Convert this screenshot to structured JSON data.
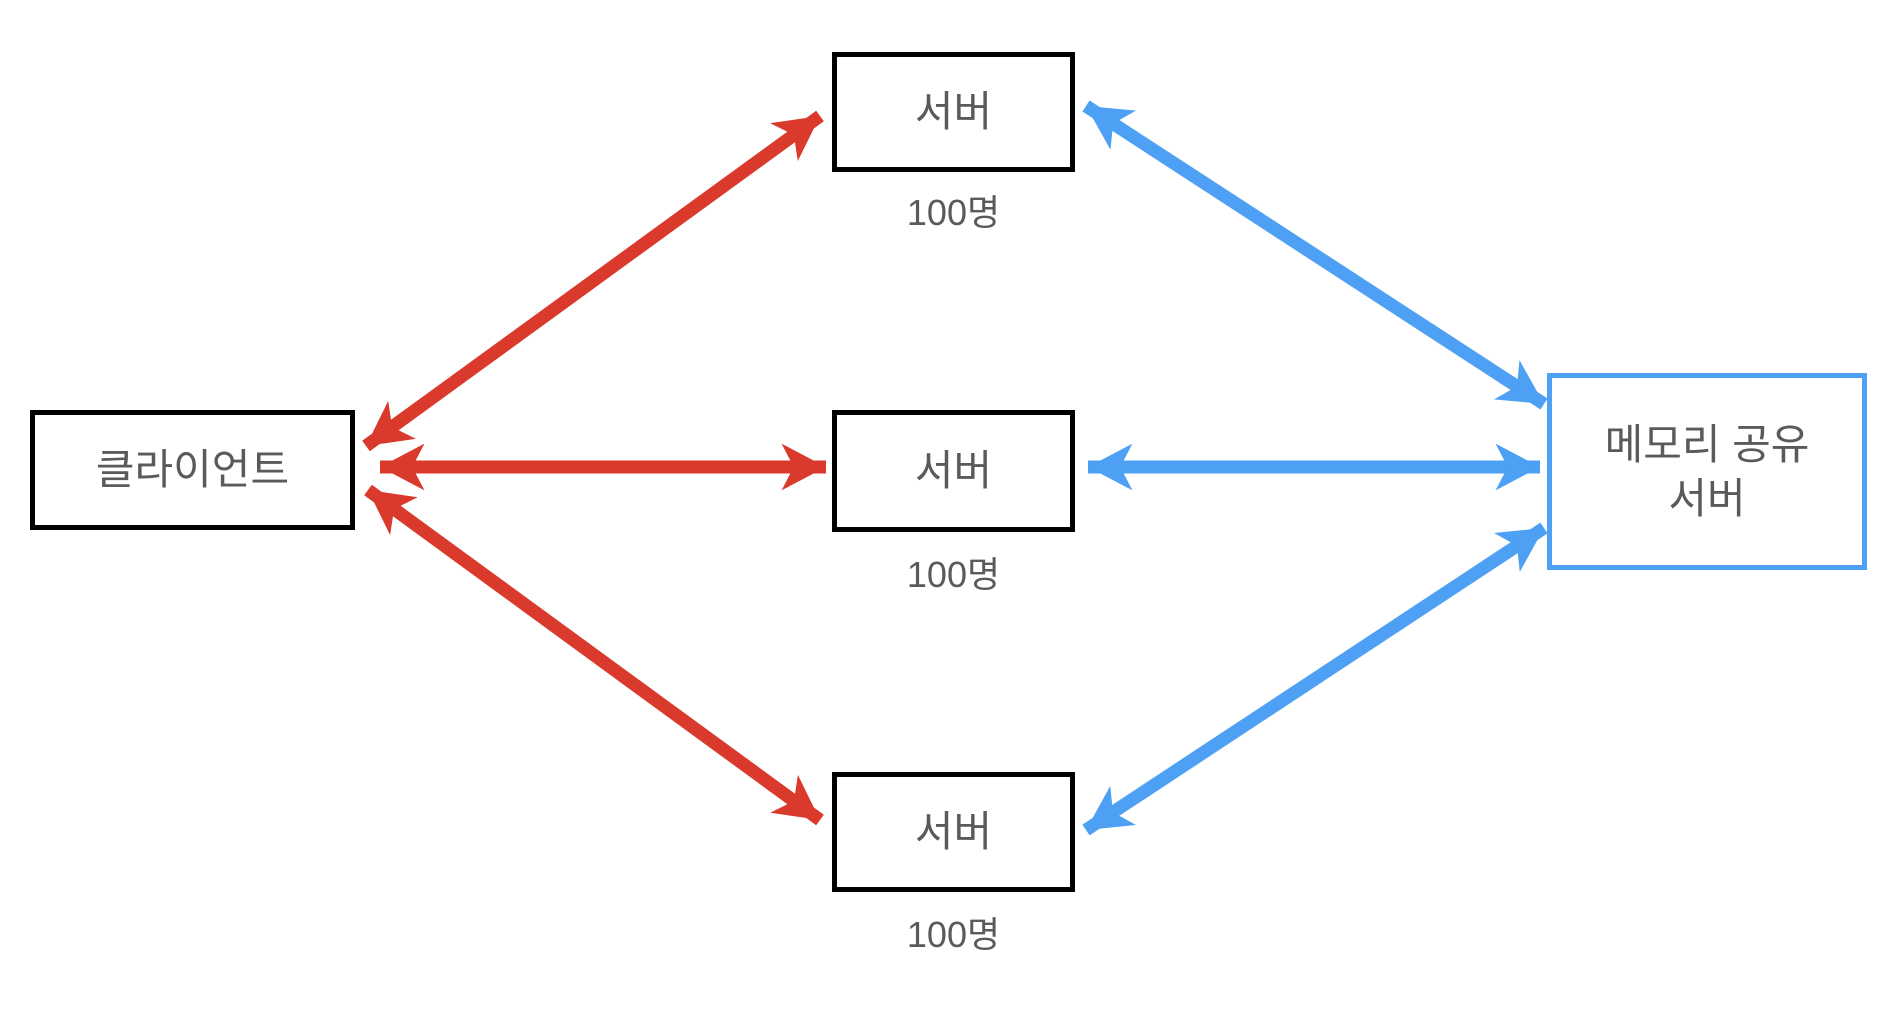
{
  "diagram": {
    "nodes": {
      "client": {
        "label": "클라이언트"
      },
      "server_top": {
        "label": "서버",
        "capacity": "100명"
      },
      "server_middle": {
        "label": "서버",
        "capacity": "100명"
      },
      "server_bottom": {
        "label": "서버",
        "capacity": "100명"
      },
      "memory_server": {
        "label": "메모리 공유 서버",
        "label_lines": [
          "메모리 공유",
          "서버"
        ]
      }
    },
    "edges": [
      {
        "from": "client",
        "to": "server_top",
        "style": "double-arrow",
        "color_key": "client_edge"
      },
      {
        "from": "client",
        "to": "server_middle",
        "style": "double-arrow",
        "color_key": "client_edge"
      },
      {
        "from": "client",
        "to": "server_bottom",
        "style": "double-arrow",
        "color_key": "client_edge"
      },
      {
        "from": "server_top",
        "to": "memory_server",
        "style": "double-arrow",
        "color_key": "memory_edge"
      },
      {
        "from": "server_middle",
        "to": "memory_server",
        "style": "double-arrow",
        "color_key": "memory_edge"
      },
      {
        "from": "server_bottom",
        "to": "memory_server",
        "style": "double-arrow",
        "color_key": "memory_edge"
      }
    ],
    "colors": {
      "client_edge": "#d93a2b",
      "memory_edge": "#4da0f4",
      "box_border": "#000000",
      "memory_box_border": "#4da0f4",
      "text": "#5a5a5a",
      "background": "#ffffff"
    }
  }
}
